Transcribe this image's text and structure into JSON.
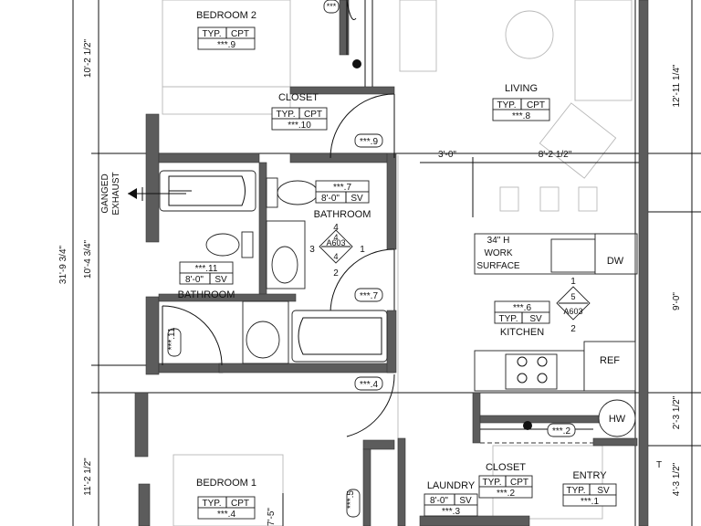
{
  "rooms": {
    "bedroom2": {
      "name": "BEDROOM 2",
      "finish": [
        "TYP.",
        "CPT"
      ],
      "tag": "***.9"
    },
    "closet_upper": {
      "name": "CLOSET",
      "finish": [
        "TYP.",
        "CPT"
      ],
      "tag": "***.10"
    },
    "living": {
      "name": "LIVING",
      "finish": [
        "TYP.",
        "CPT"
      ],
      "tag": "***.8"
    },
    "bathroom_right": {
      "tag": "***.7",
      "finish": [
        "8'-0\"",
        "SV"
      ],
      "name": "BATHROOM"
    },
    "bathroom_left": {
      "tag": "***.11",
      "finish": [
        "8'-0\"",
        "SV"
      ],
      "name": "BATHROOM"
    },
    "kitchen": {
      "tag": "***.6",
      "finish": [
        "TYP.",
        "SV"
      ],
      "name": "KITCHEN"
    },
    "bedroom1": {
      "name": "BEDROOM 1",
      "finish": [
        "TYP.",
        "CPT"
      ],
      "tag": "***.4"
    },
    "laundry": {
      "name": "LAUNDRY",
      "finish": [
        "8'-0\"",
        "SV"
      ],
      "tag": "***.3"
    },
    "closet_lower": {
      "name": "CLOSET",
      "finish": [
        "TYP.",
        "CPT"
      ],
      "tag": "***.2"
    },
    "entry": {
      "name": "ENTRY",
      "finish": [
        "TYP.",
        "SV"
      ],
      "tag": "***.1"
    }
  },
  "door_tags": {
    "top": "***",
    "d9": "***.9",
    "d7": "***.7",
    "d4": "***.4",
    "d2": "***.2",
    "d11": "***.11",
    "d5": "***.5"
  },
  "section_markers": [
    {
      "sheet": "A603",
      "top": "4",
      "right": "1",
      "bottom": "2",
      "left": "3",
      "middle": "4"
    },
    {
      "sheet": "A603",
      "top": "1",
      "middle": "5",
      "bottom": "2"
    }
  ],
  "labels": {
    "work_surface": [
      "34\" H",
      "WORK",
      "SURFACE"
    ],
    "dw": "DW",
    "ref": "REF",
    "hw": "HW",
    "ganged_exhaust": [
      "GANGED",
      "EXHAUST"
    ],
    "t_mark": "T"
  },
  "dimensions": {
    "d_3_0": "3'-0\"",
    "d_8_2": "8'-2 1/2\"",
    "left_10_2": "10'-2 1/2\"",
    "left_10_4": "10'-4 3/4\"",
    "left_31_9": "31'-9 3/4\"",
    "left_11_2": "11'-2 1/2\"",
    "right_12_11": "12'-11 1/4\"",
    "right_9_0": "9'-0\"",
    "right_2_3": "2'-3 1/2\"",
    "right_4_3": "4'-3 1/2\"",
    "bottom_7_5": "7'-5\""
  }
}
